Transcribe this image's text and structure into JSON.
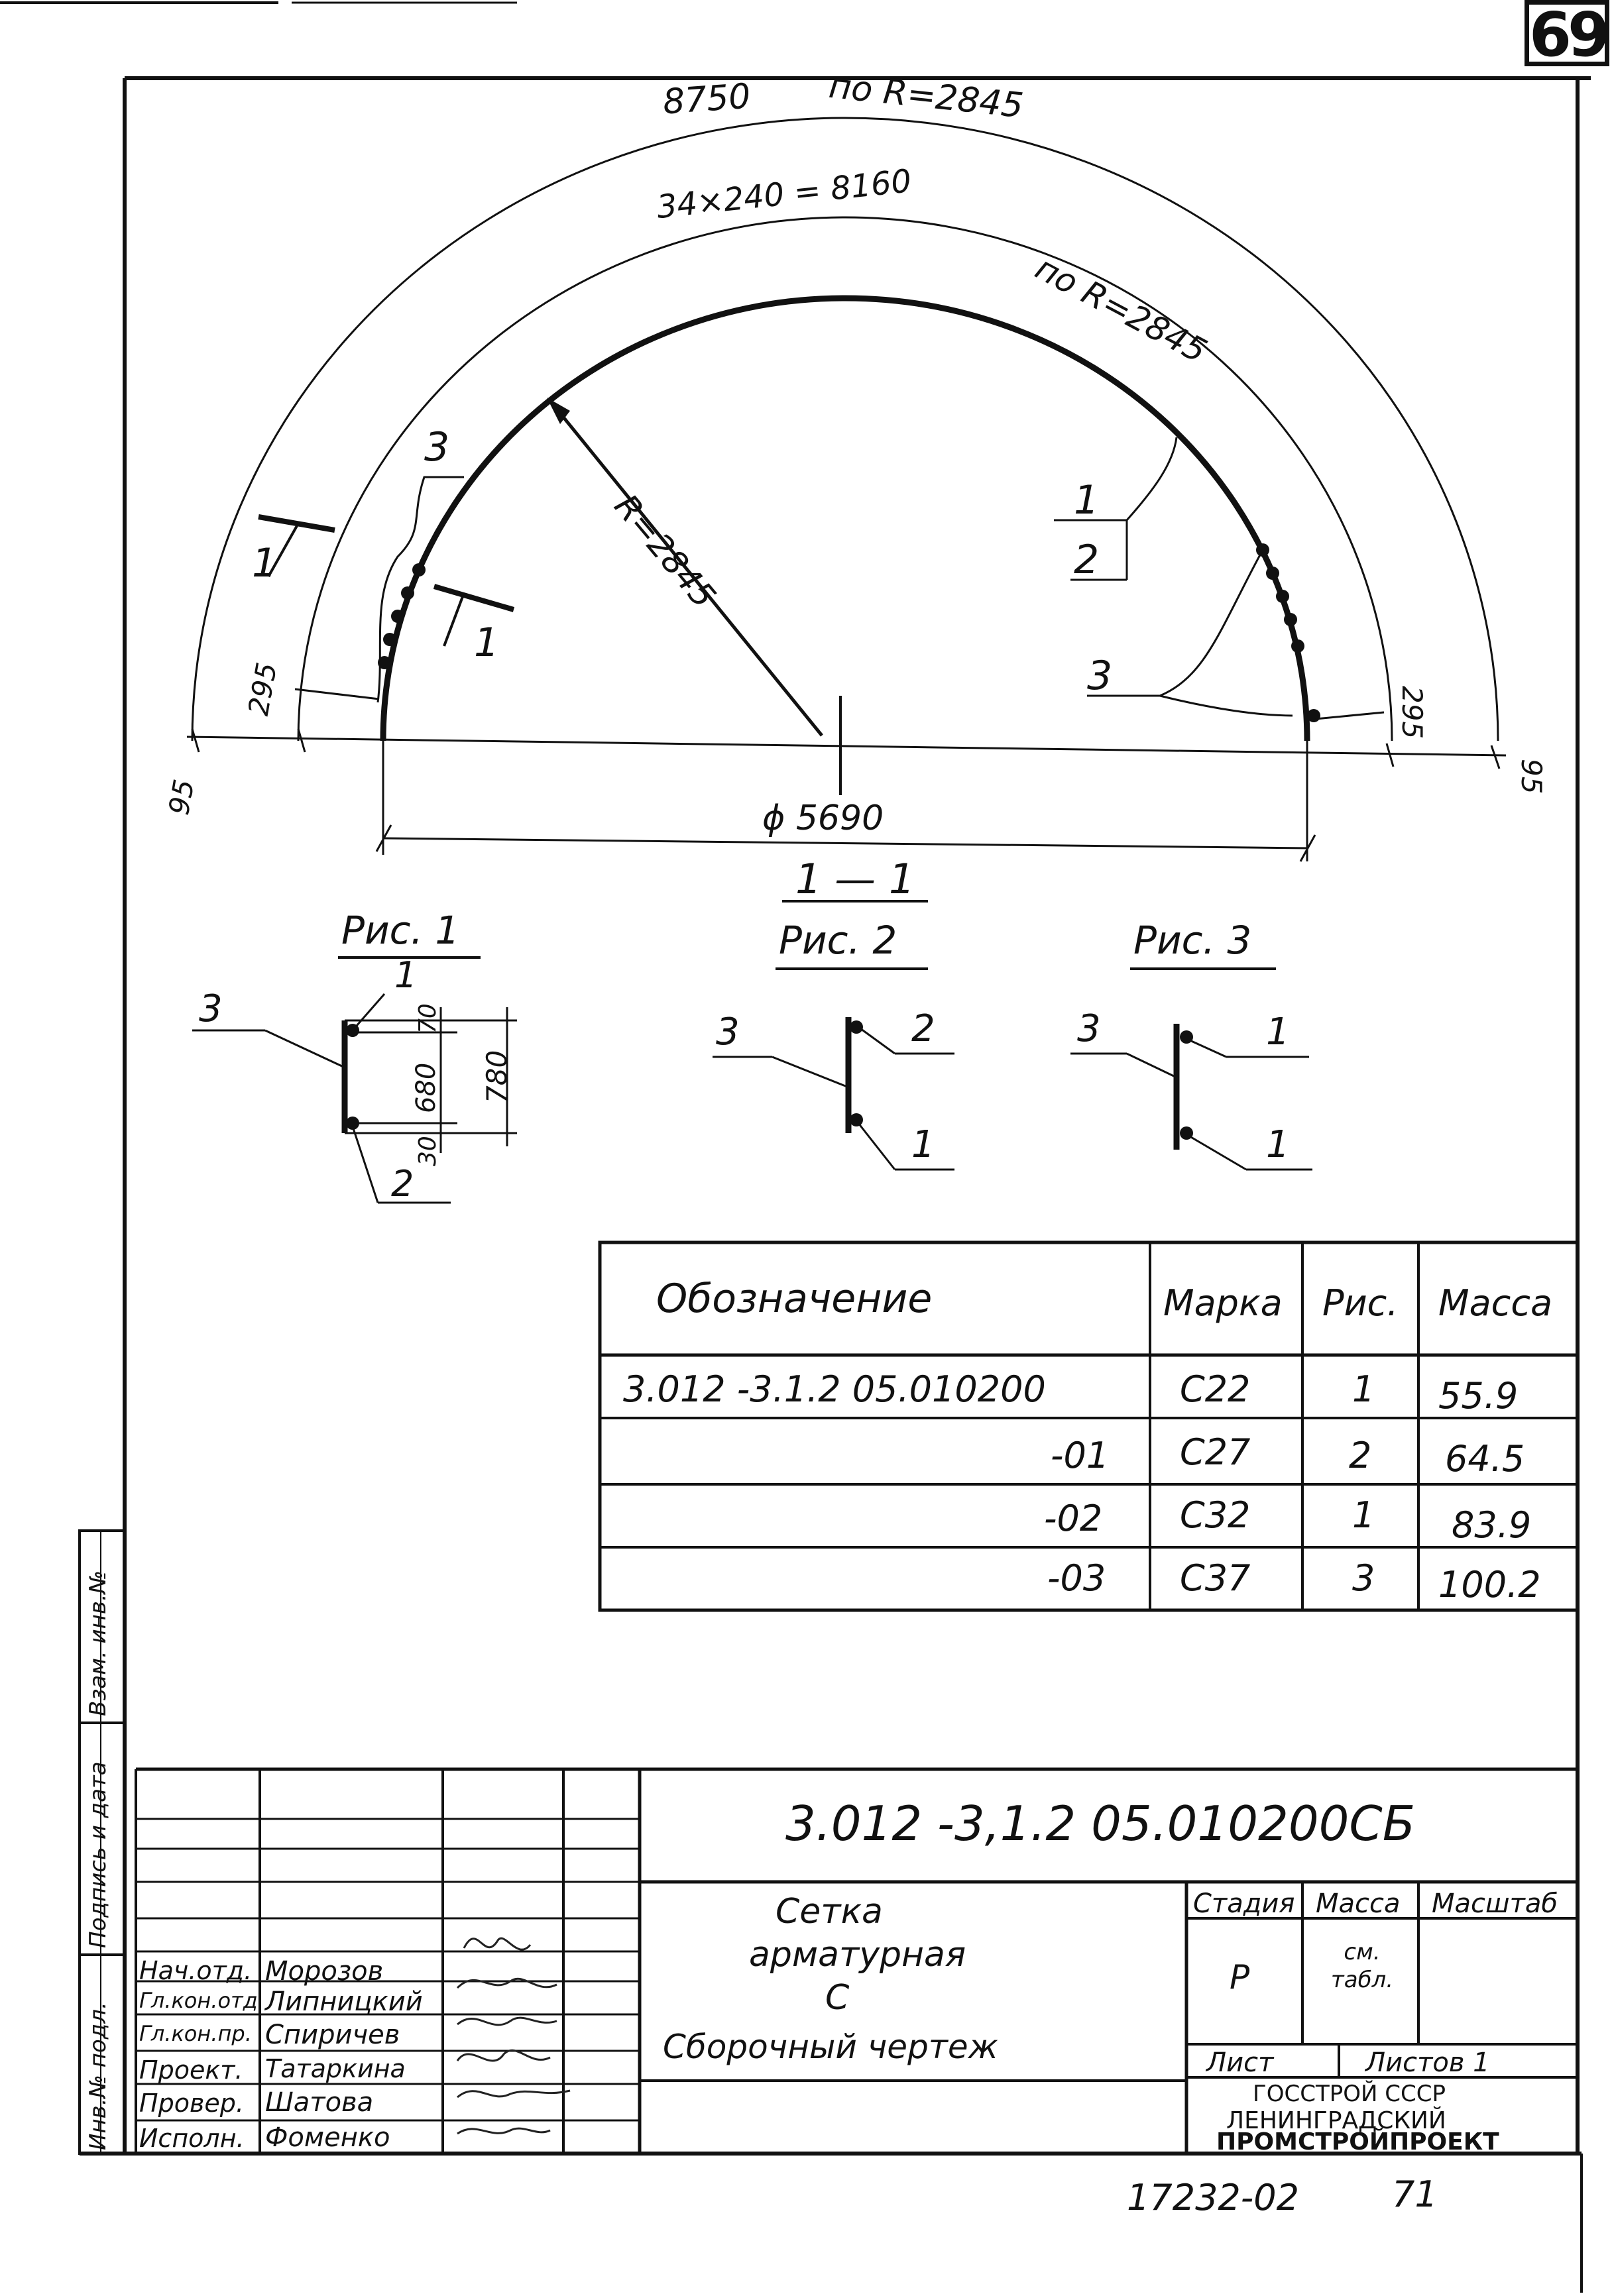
{
  "sheet_number": "69",
  "drawing": {
    "dims": {
      "outer_arc": "8750",
      "outer_arc_radius": "по R=2845",
      "inner_arc": "34×240 = 8160",
      "inner_arc_radius": "по R=2845",
      "radius": "R=2845",
      "offset_left": "295",
      "offset_right": "295",
      "edge_left": "95",
      "edge_right": "95",
      "diameter": "ϕ 5690"
    },
    "callouts": {
      "left_3": "3",
      "section_left": "1",
      "section_right": "1",
      "right_1": "1",
      "right_2": "2",
      "right_3": "3"
    }
  },
  "section": {
    "title": "1 — 1",
    "fig1": {
      "title": "Рис. 1",
      "label_3": "3",
      "label_1": "1",
      "label_2": "2",
      "dim_70": "70",
      "dim_680": "680",
      "dim_30": "30",
      "dim_780": "780"
    },
    "fig2": {
      "title": "Рис. 2",
      "label_3": "3",
      "label_2": "2",
      "label_1": "1"
    },
    "fig3": {
      "title": "Рис. 3",
      "label_3": "3",
      "label_1a": "1",
      "label_1b": "1"
    }
  },
  "spec_table": {
    "headers": [
      "Обозначение",
      "Марка",
      "Рис.",
      "Масса"
    ],
    "rows": [
      [
        "3.012 -3.1.2  05.010200",
        "С22",
        "1",
        "55.9"
      ],
      [
        "-01",
        "С27",
        "2",
        "64.5"
      ],
      [
        "-02",
        "С32",
        "1",
        "83.9"
      ],
      [
        "-03",
        "С37",
        "3",
        "100.2"
      ]
    ]
  },
  "title_block": {
    "code": "3.012 -3,1.2  05.010200СБ",
    "name_line1": "Сетка",
    "name_line2": "арматурная",
    "name_line3": "С",
    "name_line4": "Сборочный   чертеж",
    "stage_header": "Стадия",
    "mass_header": "Масса",
    "scale_header": "Масштаб",
    "stage": "Р",
    "mass_value": "см. табл.",
    "sheet_label": "Лист",
    "sheets_label": "Листов 1",
    "org_line1": "ГОССТРОЙ СССР",
    "org_line2": "ЛЕНИНГРАДСКИЙ",
    "org_line3": "ПРОМСТРОЙПРОЕКТ",
    "staff": [
      {
        "role": "Нач.отд.",
        "name": "Морозов"
      },
      {
        "role": "Гл.кон.отд",
        "name": "Липницкий"
      },
      {
        "role": "Гл.кон.пр.",
        "name": "Спиричев"
      },
      {
        "role": "Проект.",
        "name": "Татаркина"
      },
      {
        "role": "Провер.",
        "name": "Шатова"
      },
      {
        "role": "Исполн.",
        "name": "Фоменко"
      }
    ]
  },
  "side_stamps": {
    "inv_replace": "Взам. инв.№",
    "sign_date": "Подпись и дата",
    "inv_orig": "Инв.№ подл."
  },
  "footer": {
    "code": "17232-02",
    "page": "71"
  }
}
